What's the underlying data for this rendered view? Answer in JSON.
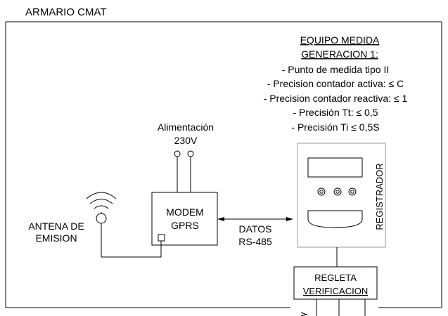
{
  "cabinet_title": "ARMARIO CMAT",
  "equipment": {
    "title_line1": "EQUIPO MEDIDA",
    "title_line2": "GENERACION 1:",
    "specs": [
      "- Punto de medida tipo II",
      "- Precision contador activa: ≤ C",
      "- Precision contador reactiva: ≤ 1",
      "- Precisión Tt: ≤ 0,5",
      "- Precisión Ti ≤ 0,5S"
    ]
  },
  "power": {
    "label": "Alimentación",
    "voltage": "230V"
  },
  "modem": {
    "line1": "MODEM",
    "line2": "GPRS"
  },
  "antenna": {
    "line1": "ANTENA DE",
    "line2": "EMISION"
  },
  "data_link": {
    "line1": "DATOS",
    "line2": "RS-485"
  },
  "registrador_label": "REGISTRADOR",
  "regleta": {
    "line1": "REGLETA",
    "line2": "VERIFICACION"
  }
}
